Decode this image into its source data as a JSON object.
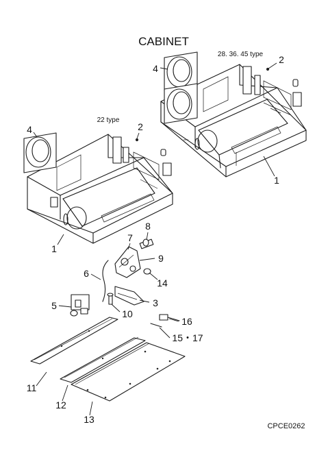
{
  "title": "CABINET",
  "type_labels": {
    "small_unit": "22 type",
    "large_unit": "28. 36. 45 type"
  },
  "callouts": {
    "c1_left": "1",
    "c1_right": "1",
    "c2_left": "2",
    "c2_right": "2",
    "c3": "3",
    "c4_left": "4",
    "c4_right": "4",
    "c5": "5",
    "c6": "6",
    "c7": "7",
    "c8": "8",
    "c9": "9",
    "c10": "10",
    "c11": "11",
    "c12": "12",
    "c13": "13",
    "c14": "14",
    "c16": "16",
    "c15_17": "15・17"
  },
  "figure_code": "CPCE0262"
}
